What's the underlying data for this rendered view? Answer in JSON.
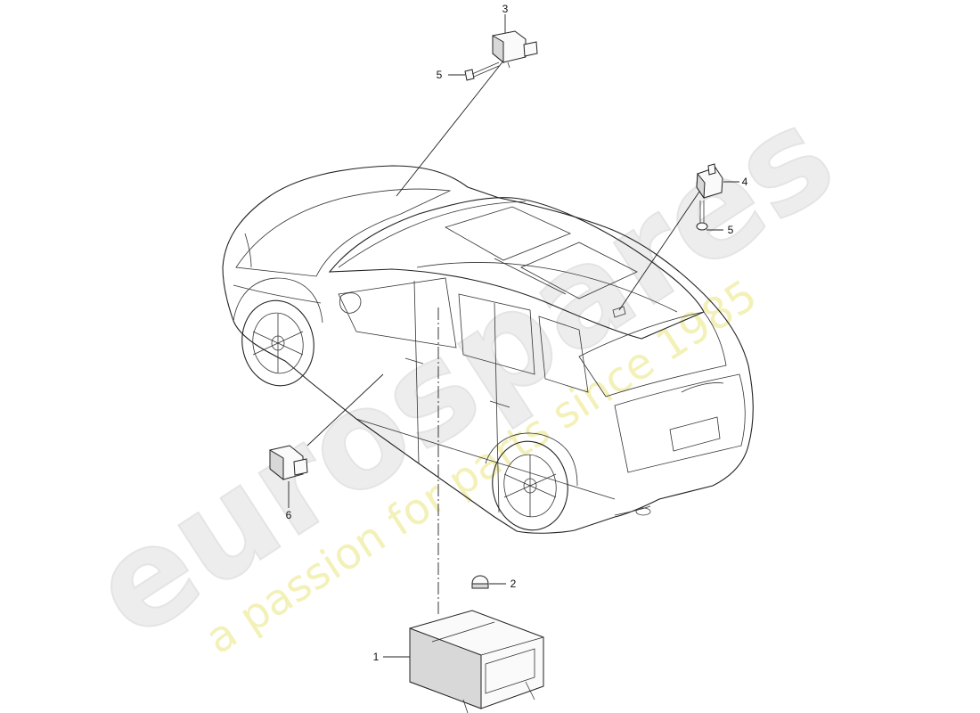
{
  "watermark": {
    "brand": "eurospares",
    "tagline": "a passion for parts since 1985"
  },
  "callouts": [
    {
      "id": "label-1",
      "text": "1"
    },
    {
      "id": "label-2",
      "text": "2"
    },
    {
      "id": "label-3",
      "text": "3"
    },
    {
      "id": "label-4",
      "text": "4"
    },
    {
      "id": "label-5a",
      "text": "5"
    },
    {
      "id": "label-5b",
      "text": "5"
    },
    {
      "id": "label-6",
      "text": "6"
    }
  ]
}
